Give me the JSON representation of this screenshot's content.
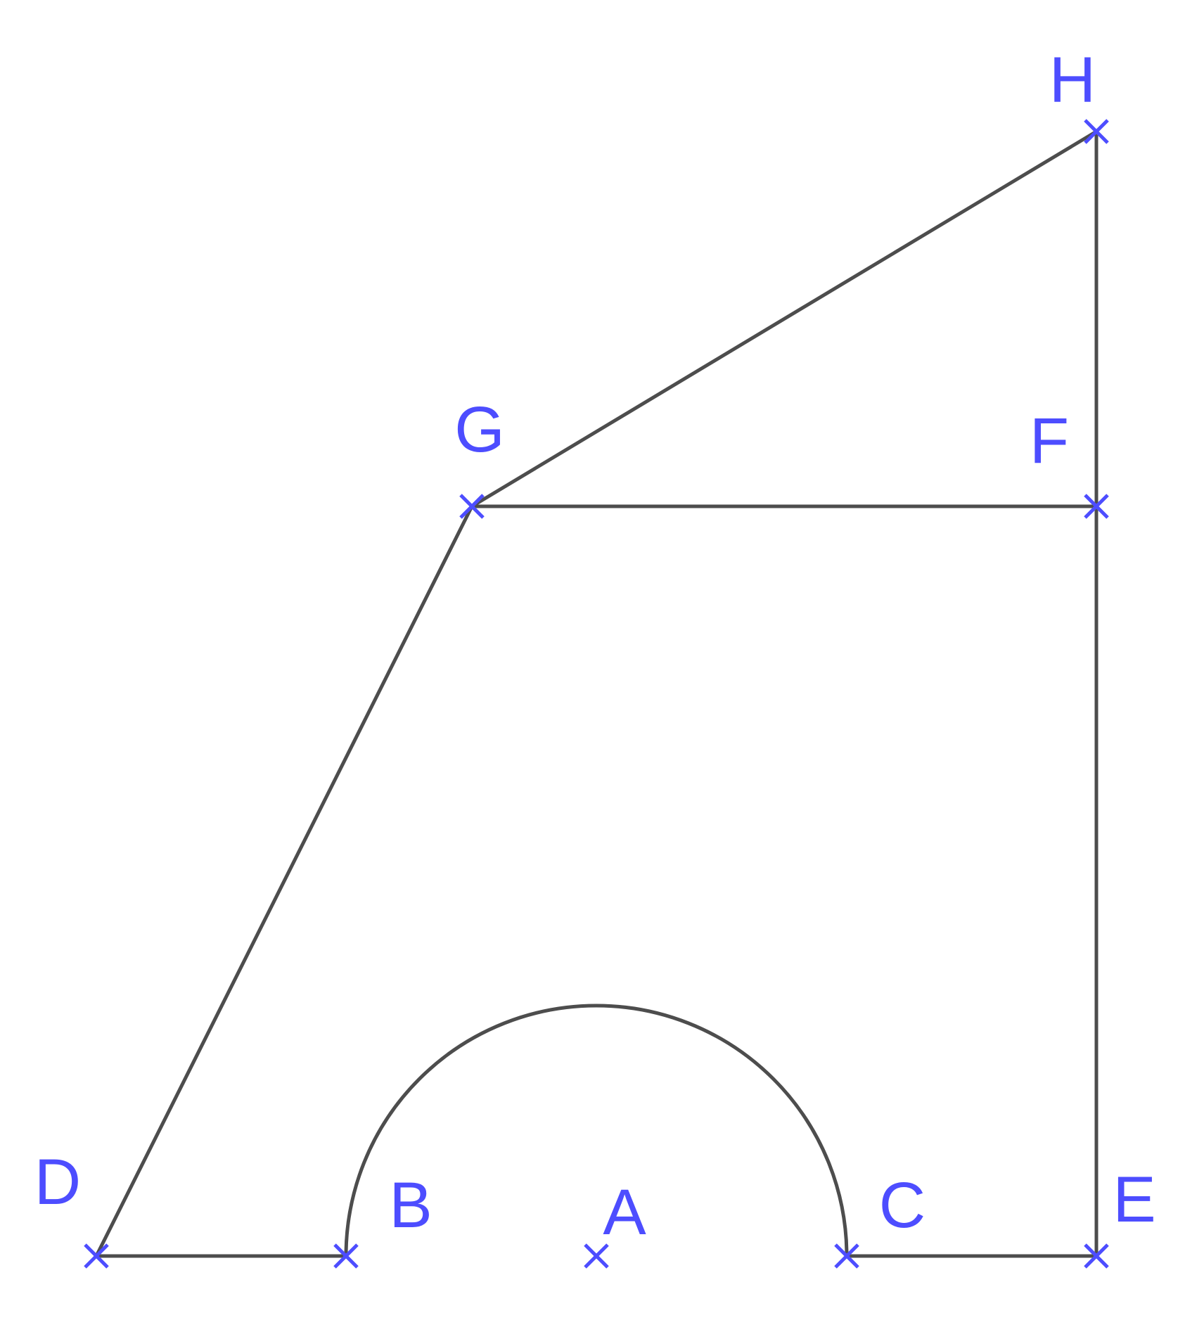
{
  "colors": {
    "stroke": "#4d4d4d",
    "point": "#4d4dff",
    "background": "#ffffff"
  },
  "points": [
    {
      "id": "A",
      "label": "A"
    },
    {
      "id": "B",
      "label": "B"
    },
    {
      "id": "C",
      "label": "C"
    },
    {
      "id": "D",
      "label": "D"
    },
    {
      "id": "E",
      "label": "E"
    },
    {
      "id": "F",
      "label": "F"
    },
    {
      "id": "G",
      "label": "G"
    },
    {
      "id": "H",
      "label": "H"
    }
  ],
  "segments": [
    [
      "D",
      "B"
    ],
    [
      "C",
      "E"
    ],
    [
      "E",
      "F"
    ],
    [
      "F",
      "H"
    ],
    [
      "G",
      "F"
    ],
    [
      "G",
      "H"
    ],
    [
      "D",
      "G"
    ]
  ],
  "arcs": [
    {
      "from": "B",
      "to": "C",
      "center": "A",
      "type": "semicircle"
    }
  ]
}
